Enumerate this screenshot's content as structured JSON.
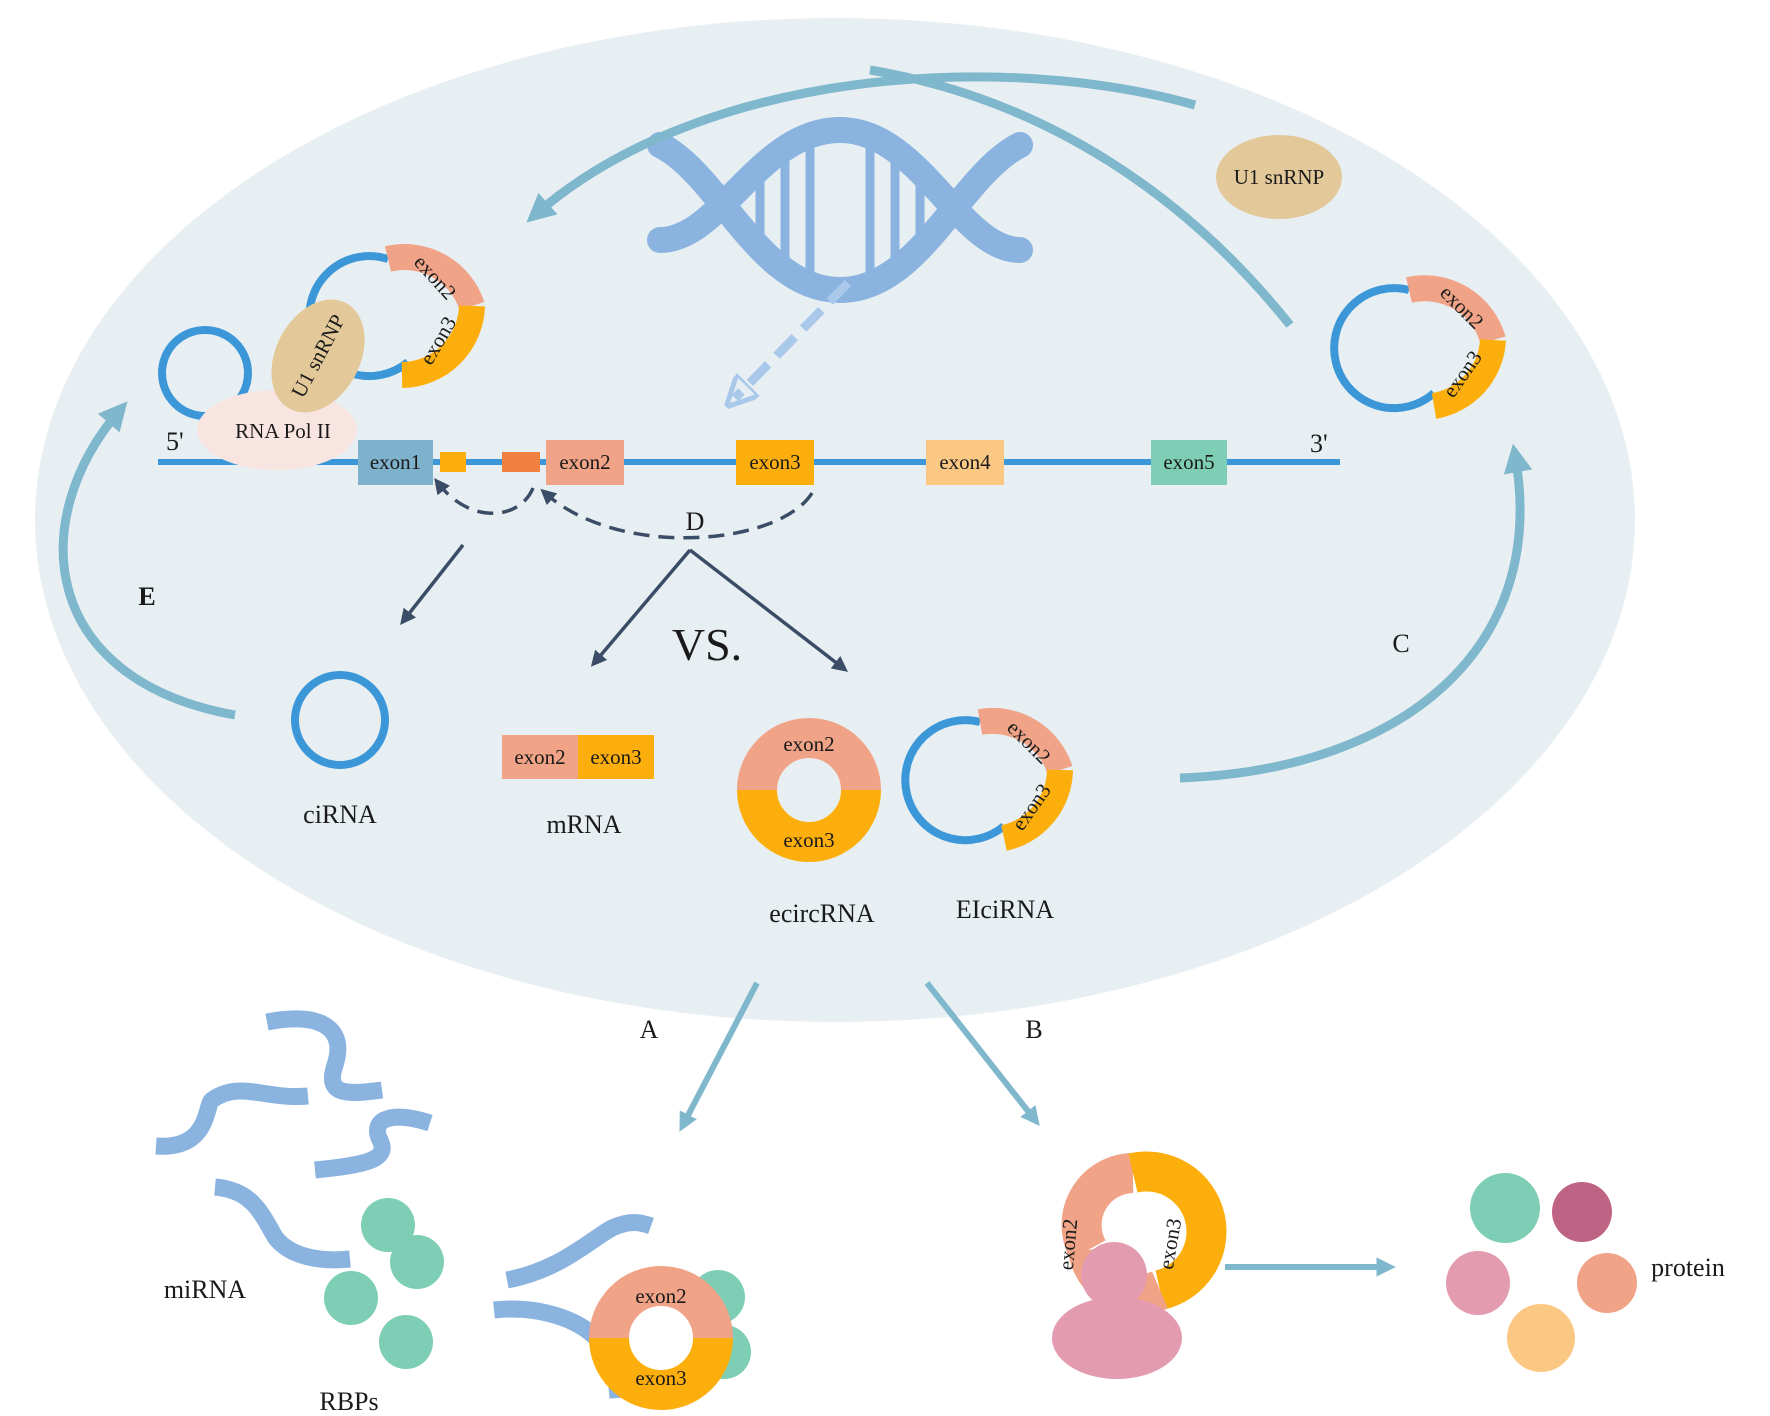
{
  "colors": {
    "cell": "#e8eff3",
    "strand": "#3c97d8",
    "flow_arrow": "#7fb7cc",
    "dark_arrow": "#3b4d66",
    "dna": "#8ab3e0",
    "exon1": "#7eb1cb",
    "exon2": "#f0a386",
    "exon3": "#fcaf0c",
    "exon4": "#fbc884",
    "exon5": "#7ecdb5",
    "u1": "#e3c99a",
    "pol2": "#f8e5e2",
    "rbp": "#7ecdb5",
    "ribosome": "#e39bb0",
    "mirna": "#8ab3e0"
  },
  "gene": {
    "five_prime": "5'",
    "three_prime": "3'",
    "exons": [
      "exon1",
      "exon2",
      "exon3",
      "exon4",
      "exon5"
    ]
  },
  "labels": {
    "rna_pol": "RNA Pol II",
    "u1_snrnp_top": "U1 snRNP",
    "u1_snrnp_left": "U1 snRNP",
    "step_a": "A",
    "step_b": "B",
    "step_c": "C",
    "step_d": "D",
    "step_e": "E",
    "versus": "VS.",
    "cirna": "ciRNA",
    "mrna": "mRNA",
    "ecircrna": "ecircRNA",
    "elcirna": "EIciRNA",
    "mirna": "miRNA",
    "rbps": "RBPs",
    "protein": "protein"
  },
  "exon_text": {
    "exon2": "exon2",
    "exon3": "exon3"
  }
}
